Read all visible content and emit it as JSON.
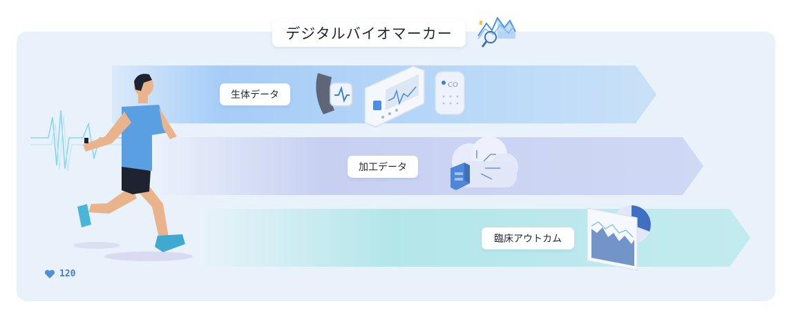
{
  "diagram": {
    "title": "デジタルバイオマーカー",
    "stages": [
      {
        "label": "生体データ",
        "color": "#8fc3f6"
      },
      {
        "label": "加工データ",
        "color": "#b8c6f0"
      },
      {
        "label": "臨床アウトカム",
        "color": "#a9e3ea"
      }
    ],
    "heart_rate": "120",
    "icons": [
      "runner-illustration",
      "heartbeat-wave-icon",
      "smartwatch-icon",
      "ecg-monitor-icon",
      "co2-sensor-icon",
      "cloud-server-icon",
      "analytics-chart-icon",
      "magnifier-chart-icon",
      "heart-icon"
    ]
  }
}
